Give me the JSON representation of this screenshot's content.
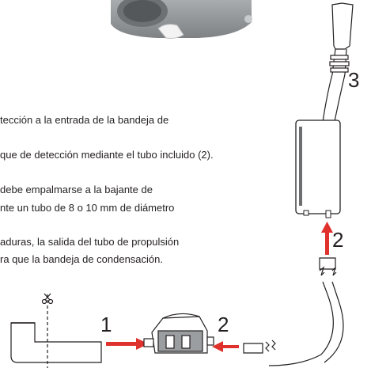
{
  "instructions": {
    "line1": "tección a la entrada de la bandeja de",
    "line2": "que de detección mediante el tubo incluido (2).",
    "line3": "debe empalmarse a la bajante de",
    "line4": "nte un tubo de 8 o 10 mm de diámetro",
    "line5": "aduras, la salida del tubo de propulsión",
    "line6": "ra que la bandeja de condensación."
  },
  "callouts": {
    "tube_label": "1",
    "connection_label_bottom": "2",
    "connection_label_right": "2",
    "discharge_label": "3"
  },
  "colors": {
    "arrow": "#e0322c",
    "line": "#231f20",
    "body_grey": "#9b9ea1"
  },
  "icons": [
    "scissors-icon"
  ]
}
